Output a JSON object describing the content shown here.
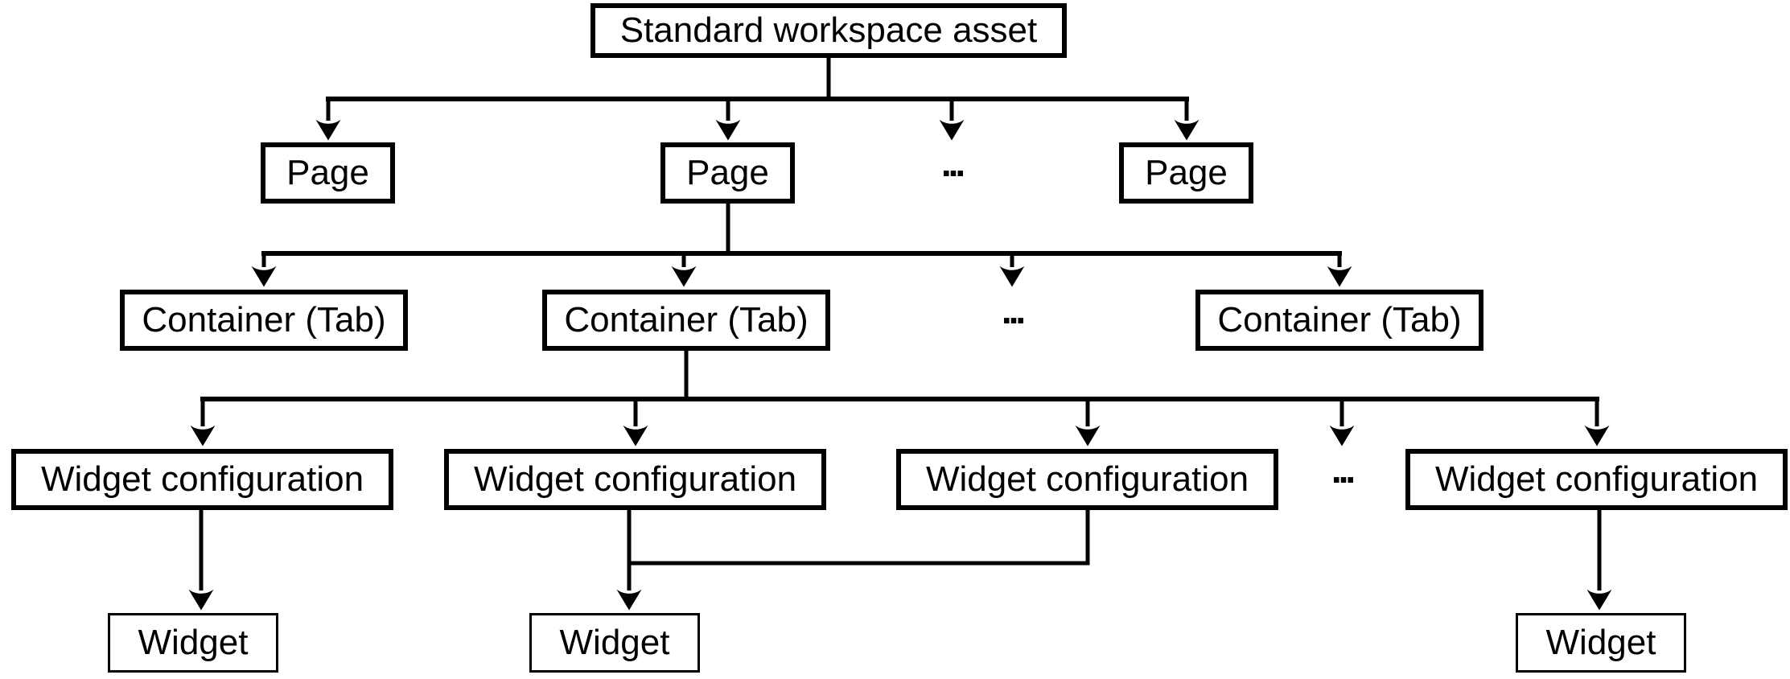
{
  "nodes": {
    "root": "Standard workspace asset",
    "pages": [
      "Page",
      "Page",
      "Page"
    ],
    "containers": [
      "Container (Tab)",
      "Container (Tab)",
      "Container (Tab)"
    ],
    "widget_configs": [
      "Widget configuration",
      "Widget configuration",
      "Widget configuration",
      "Widget configuration"
    ],
    "widgets": [
      "Widget",
      "Widget",
      "Widget"
    ],
    "ellipses": [
      "...",
      "...",
      "..."
    ]
  },
  "colors": {
    "background": "#ffffff",
    "box_fill": "#ffffff",
    "box_border": "#000000",
    "line": "#000000",
    "text": "#000000"
  }
}
